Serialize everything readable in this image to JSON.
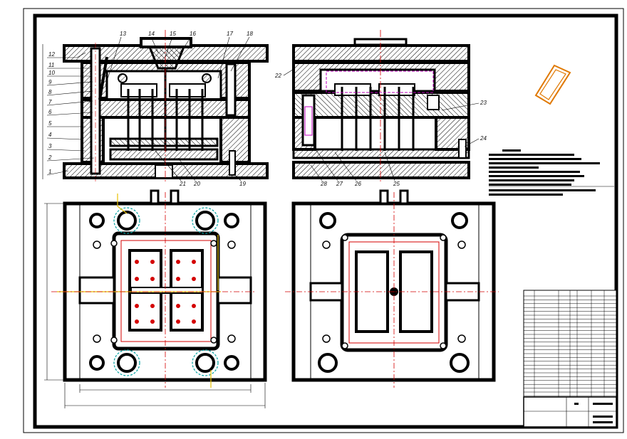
{
  "drawing": {
    "callouts_left": [
      "12",
      "11",
      "10",
      "9",
      "8",
      "7",
      "6",
      "5",
      "4",
      "3",
      "2",
      "1"
    ],
    "callouts_top": [
      "13",
      "14",
      "15",
      "16",
      "17",
      "18"
    ],
    "callouts_bottom_left": [
      "21",
      "20",
      "19"
    ],
    "callouts_right_view": [
      "22",
      "23",
      "24",
      "25",
      "26",
      "27",
      "28"
    ]
  },
  "colors": {
    "ink": "#000000",
    "hatch": "#000000",
    "centerline": "#d40000",
    "yellow": "#e8c000",
    "orange_part": "#e07800",
    "cyan": "#00a0a0",
    "magenta": "#c000c0"
  },
  "icons": [
    "part-isometric-icon",
    "title-block",
    "parts-list-table"
  ]
}
